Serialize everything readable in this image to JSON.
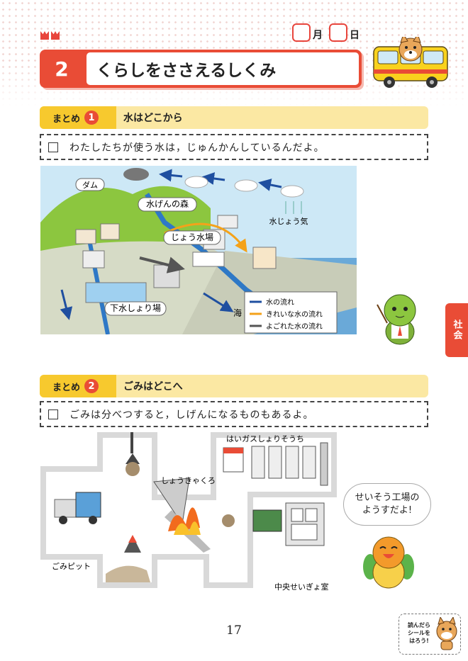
{
  "header": {
    "date": {
      "month_unit": "月",
      "day_unit": "日"
    },
    "lesson_number": "2",
    "lesson_title": "くらしをささえるしくみ"
  },
  "section1": {
    "tag_label": "まとめ",
    "badge": "1",
    "heading": "水はどこから",
    "note": "わたしたちが使う水は，じゅんかんしているんだよ。"
  },
  "water_figure": {
    "labels": {
      "dam": "ダム",
      "forest": "水げんの森",
      "vapor": "水じょう気",
      "purification": "じょう水場",
      "sewage": "下水しょり場",
      "sea": "海"
    },
    "legend": [
      {
        "label": "水の流れ",
        "color": "#1f4fa0"
      },
      {
        "label": "きれいな水の流れ",
        "color": "#f4a21a"
      },
      {
        "label": "よごれた水の流れ",
        "color": "#555555"
      }
    ]
  },
  "side_tab": "社会",
  "section2": {
    "tag_label": "まとめ",
    "badge": "2",
    "heading": "ごみはどこへ",
    "note": "ごみは分べつすると，しげんになるものもあるよ。"
  },
  "garbage_figure": {
    "labels": {
      "gas": "はいガスしょりそうち",
      "incinerator": "しょうきゃくろ",
      "pit": "ごみピット",
      "control": "中央せいぎょ室"
    }
  },
  "bubble": {
    "line1": "せいそう工場の",
    "line2": "ようすだよ!"
  },
  "page_number": "17",
  "sticker": {
    "line1": "読んだら",
    "line2": "シールを",
    "line3": "はろう!"
  },
  "colors": {
    "accent": "#e94c36",
    "section": "#f7c92e"
  }
}
